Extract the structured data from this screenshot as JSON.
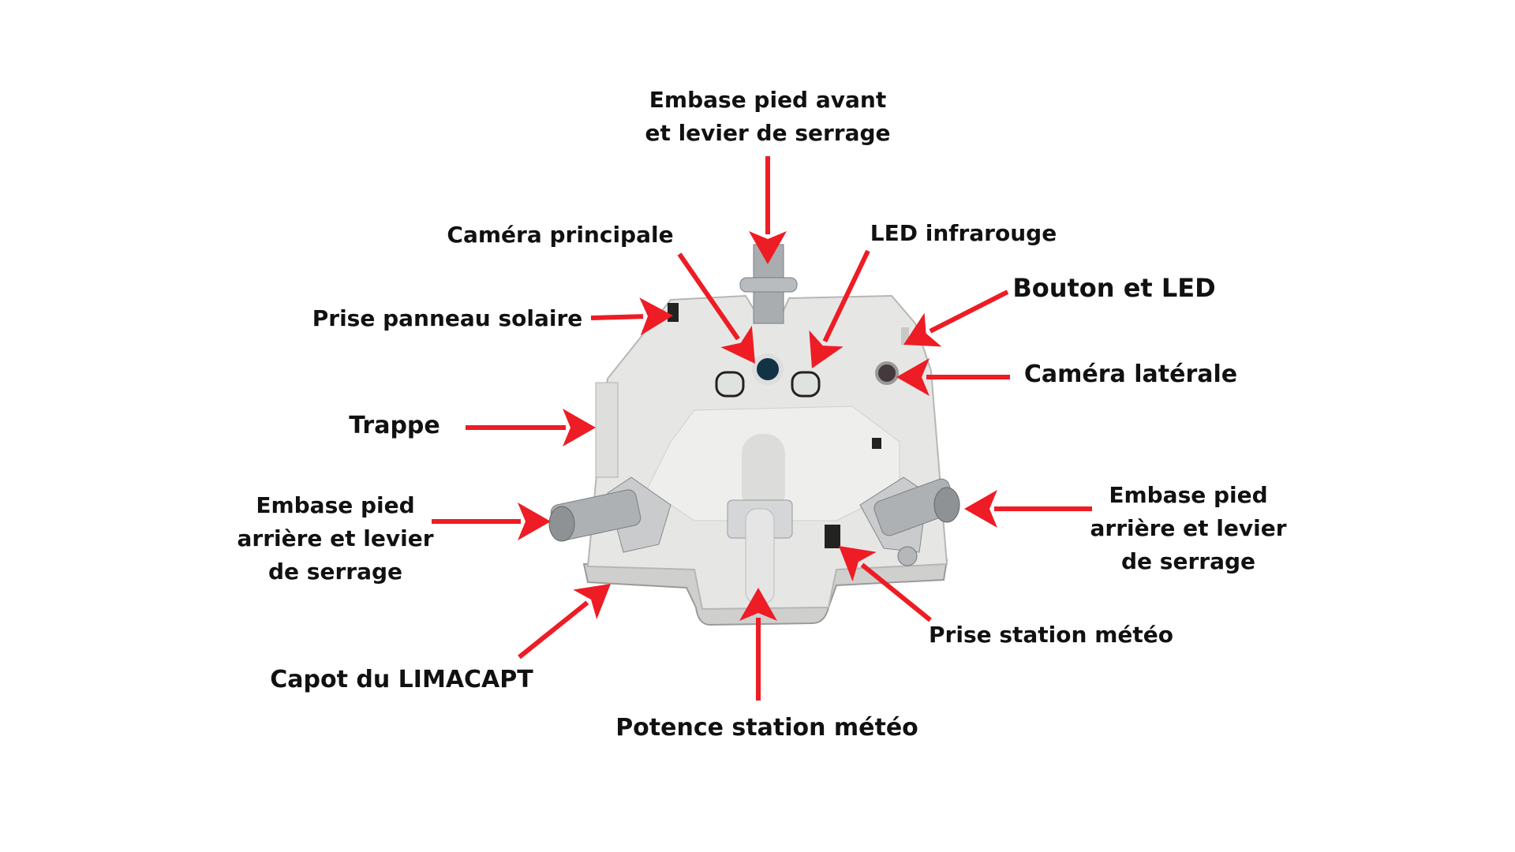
{
  "title": "Schéma du LIMACAPT",
  "labels": {
    "front_base": [
      "Embase pied avant",
      "et levier de serrage"
    ],
    "main_camera": "Caméra principale",
    "infrared_led": "LED infrarouge",
    "button_led": "Bouton et LED",
    "solar_socket": "Prise panneau solaire",
    "side_camera": "Caméra latérale",
    "hatch": "Trappe",
    "rear_base_left": [
      "Embase pied",
      "arrière et levier",
      "de serrage"
    ],
    "rear_base_right": [
      "Embase pied",
      "arrière et levier",
      "de serrage"
    ],
    "weather_socket": "Prise station météo",
    "cover": "Capot du LIMACAPT",
    "weather_mast": "Potence station météo"
  },
  "colors": {
    "arrow": "#ee1c24",
    "text": "#111111",
    "device": "#e4e5e3"
  }
}
